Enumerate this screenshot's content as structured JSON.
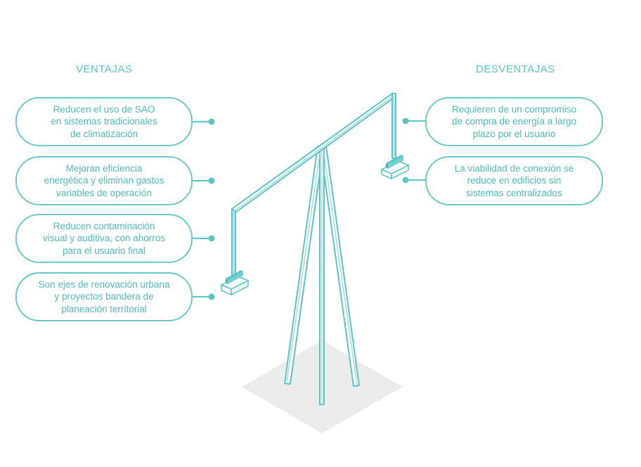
{
  "left_heading": "VENTAJAS",
  "right_heading": "DESVENTAJAS",
  "advantages": [
    "Reducen el uso de SAO\nen sistemas tradicionales\nde climatización",
    "Mejoran eficiencia\nenergética y eliminan gastos\nvariables de operación",
    "Reducen contaminación\nvisual y auditiva, con ahorros\npara el usuario final",
    "Son ejes de renovación urbana\ny proyectos bandera de\nplaneación territorial"
  ],
  "disadvantages": [
    "Requieren de un compromiso\nde compra de energía a largo\nplazo por el usuario",
    "La viabilidad de conexión se\nreduce en edificios sin\nsistemas centralizados"
  ],
  "colors": {
    "accent": "#5cc4c6",
    "ground": "#ececec"
  }
}
